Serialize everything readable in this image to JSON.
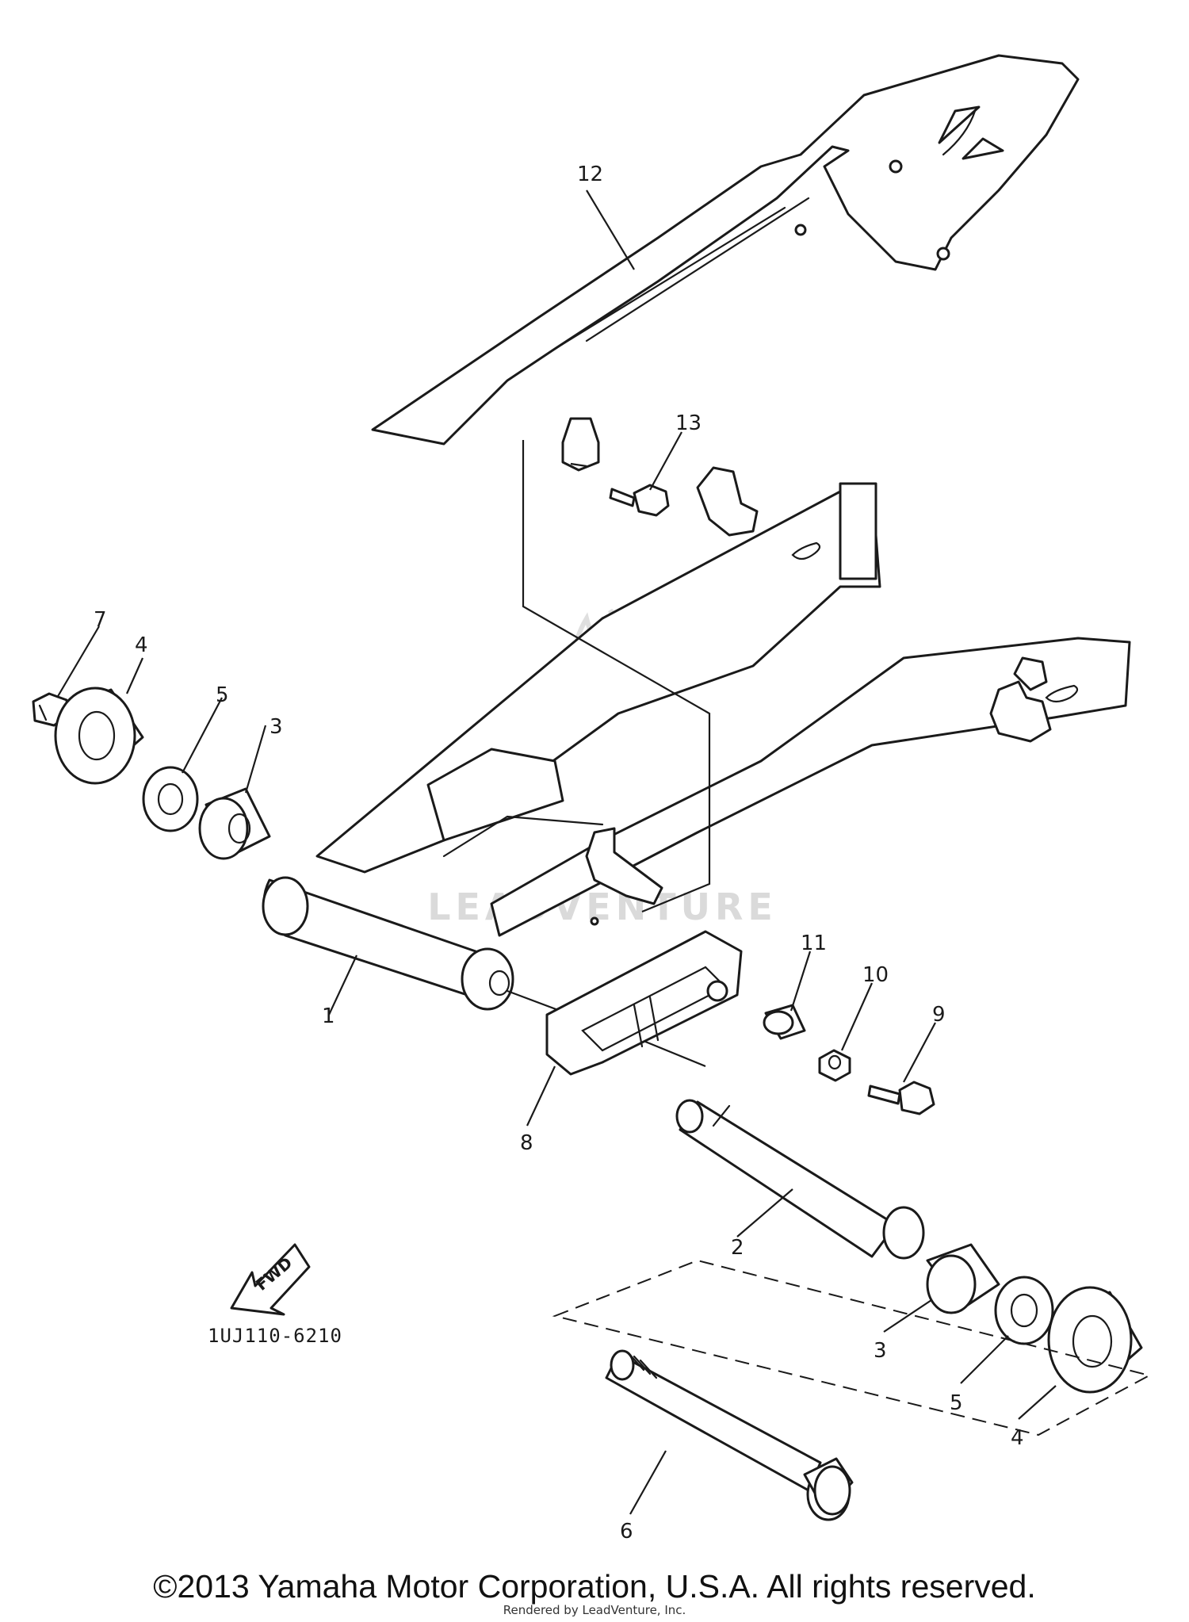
{
  "diagram": {
    "part_code": "1UJ110-6210",
    "fwd_label": "FWD",
    "watermark": "LEADVENTURE",
    "callouts": [
      "1",
      "2",
      "3",
      "3",
      "4",
      "4",
      "5",
      "5",
      "6",
      "7",
      "8",
      "9",
      "10",
      "11",
      "12",
      "13"
    ]
  },
  "footer": {
    "copyright": "©2013 Yamaha Motor Corporation, U.S.A. All rights reserved.",
    "rendered_by": "Rendered by LeadVenture, Inc."
  }
}
